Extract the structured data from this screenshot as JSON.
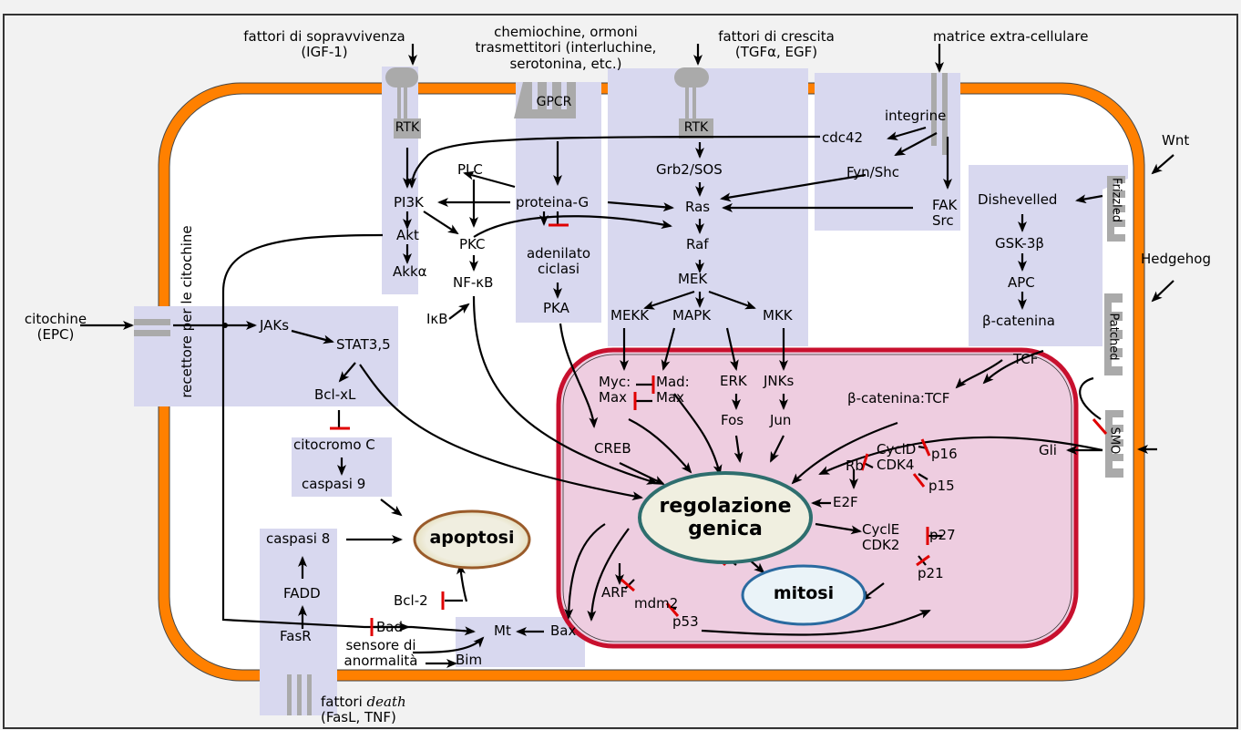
{
  "colors": {
    "membrane": "#ff8000",
    "nucleus_fill": "#eecde0",
    "nucleus_border": "#c8102e",
    "panel": "#d8d8ef",
    "receptor": "#aaaaaa",
    "inhibit": "#e00000"
  },
  "receptors": {
    "rtk1": "RTK",
    "gpcr": "GPCR",
    "rtk2": "RTK",
    "integrine": "integrine",
    "frizzled": "Frizzled",
    "patched": "Patched",
    "smo": "SMO",
    "fasr": "FasR",
    "cytokine_receptor": "recettore per le citochine"
  },
  "signals": {
    "survival": "fattori di sopravvivenza\n(IGF-1)",
    "chemokines": "chemiochine, ormoni\ntrasmettitori (interluchine,\nserotonina, etc.)",
    "growth": "fattori di crescita\n(TGFα, EGF)",
    "ecm": "matrice extra-cellulare",
    "wnt": "Wnt",
    "hedgehog": "Hedgehog",
    "cytokines": "citochine\n(EPC)",
    "death": "fattori death\n(FasL, TNF)",
    "sensor": "sensore di\nanormalità",
    "tcf": "TCF"
  },
  "nodes": {
    "pi3k": "PI3K",
    "akt": "Akt",
    "akka": "Akkα",
    "plc": "PLC",
    "pkc": "PKC",
    "nfkb": "NF-κB",
    "ikb": "IκB",
    "proteinag": "proteina-G",
    "adenilato": "adenilato\nciclasi",
    "pka": "PKA",
    "grb2": "Grb2/SOS",
    "ras": "Ras",
    "raf": "Raf",
    "mek": "MEK",
    "mekk": "MEKK",
    "mapk": "MAPK",
    "mkk": "MKK",
    "cdc42": "cdc42",
    "fynshc": "Fyn/Shc",
    "faksrc": "FAK\nSrc",
    "dishevelled": "Dishevelled",
    "gsk3b": "GSK-3β",
    "apc": "APC",
    "bcatenina": "β-catenina",
    "jaks": "JAKs",
    "stat": "STAT3,5",
    "bclxl": "Bcl-xL",
    "citocromo": "citocromo C",
    "caspasi9": "caspasi 9",
    "caspasi8": "caspasi 8",
    "fadd": "FADD",
    "bcl2": "Bcl-2",
    "bad": "Bad",
    "bim": "Bim",
    "mt": "Mt",
    "bax": "Bax",
    "myc": "Myc:\nMax",
    "mad": "Mad:\nMax",
    "erk": "ERK",
    "fos": "Fos",
    "jnks": "JNKs",
    "jun": "Jun",
    "bcat_tcf": "β-catenina:TCF",
    "creb": "CREB",
    "rb": "Rb",
    "cycld": "CyclD\nCDK4",
    "p16": "p16",
    "p15": "p15",
    "e2f": "E2F",
    "cycle": "CyclE\nCDK2",
    "p27": "p27",
    "p21": "p21",
    "arf": "ARF",
    "mdm2": "mdm2",
    "p53": "p53",
    "gli": "Gli"
  },
  "outcomes": {
    "apoptosi": "apoptosi",
    "regolazione": "regolazione\ngenica",
    "mitosi": "mitosi"
  }
}
